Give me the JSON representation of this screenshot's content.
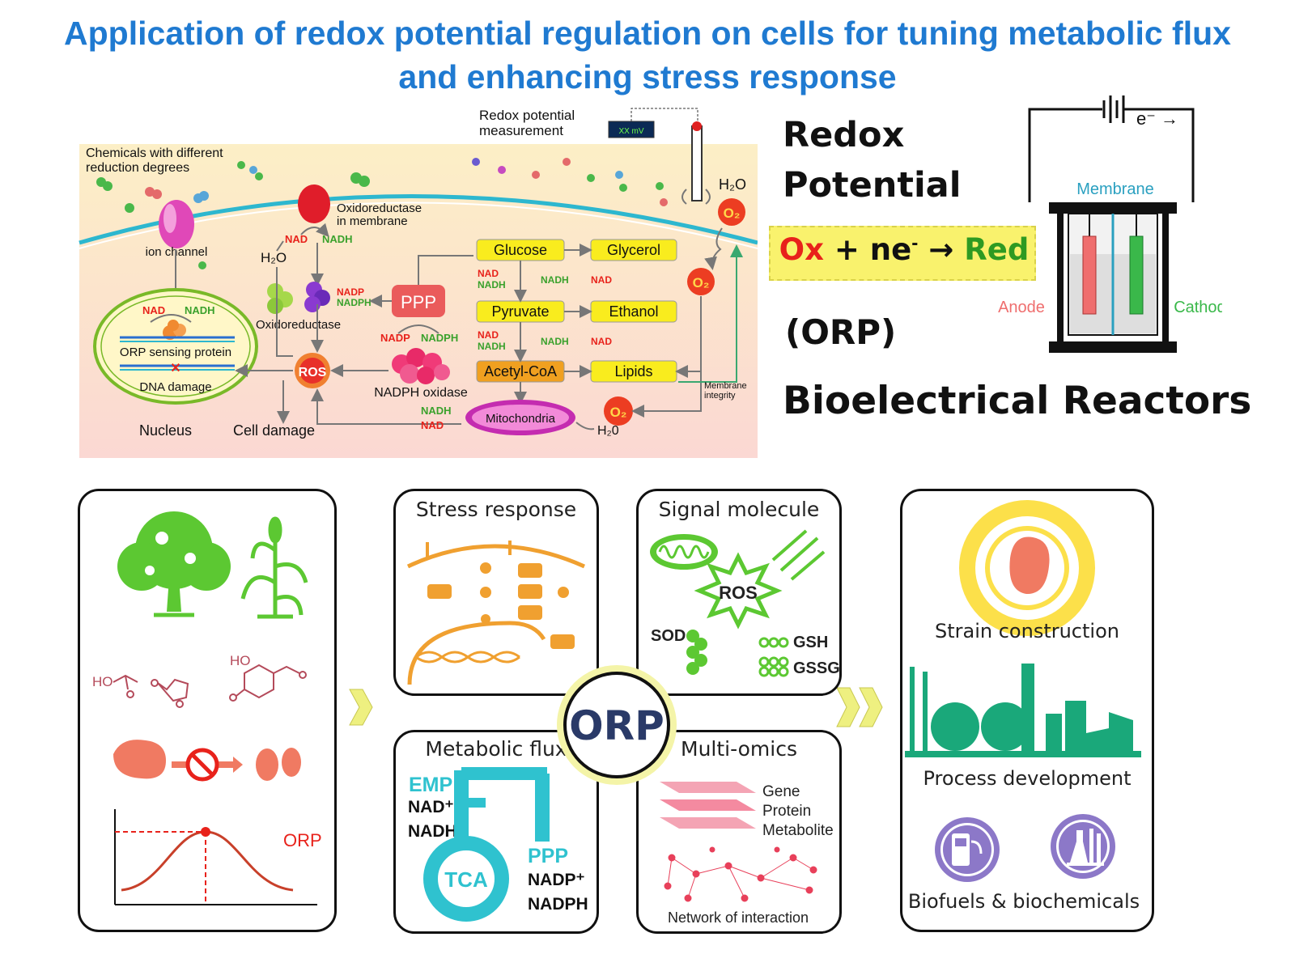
{
  "title": {
    "line1": "Application of redox potential regulation on cells for tuning metabolic flux",
    "line2": "and enhancing stress response"
  },
  "cell": {
    "chemicals": "Chemicals with different reduction degrees",
    "chemicals_l1": "Chemicals with different",
    "chemicals_l2": "reduction degrees",
    "redox_measure_l1": "Redox potential",
    "redox_measure_l2": "measurement",
    "meter": "XX mV",
    "h2o_top": "H₂O",
    "o2": "O₂",
    "ion_channel": "ion channel",
    "oxidoreductase_membrane_l1": "Oxidoreductase",
    "oxidoreductase_membrane_l2": "in membrane",
    "nad": "NAD",
    "nadh": "NADH",
    "nadp": "NADP",
    "nadph": "NADPH",
    "h2o": "H₂O",
    "h2o_mito": "H₂0",
    "oxidoreductase": "Oxidoreductase",
    "ppp": "PPP",
    "glucose": "Glucose",
    "glycerol": "Glycerol",
    "pyruvate": "Pyruvate",
    "ethanol": "Ethanol",
    "acetyl_coa": "Acetyl-CoA",
    "lipids": "Lipids",
    "ros": "ROS",
    "orp_sensing": "ORP sensing protein",
    "dna_damage": "DNA damage",
    "nucleus": "Nucleus",
    "cell_damage": "Cell damage",
    "nadph_oxidase": "NADPH oxidase",
    "mitochondria": "Mitochondria",
    "membrane_integrity_l1": "Membrane",
    "membrane_integrity_l2": "integrity"
  },
  "right": {
    "redox": "Redox",
    "potential": "Potential",
    "eq_ox": "Ox",
    "eq_mid": "+ ne",
    "eq_sup": "-",
    "eq_arrow": "→",
    "eq_red": "Red",
    "orp": "(ORP)",
    "bioreactors": "Bioelectrical Reactors",
    "electron": "e⁻ →",
    "membrane": "Membrane",
    "anode": "Anode",
    "cathode": "Cathode"
  },
  "panels": {
    "stress": "Stress response",
    "signal": "Signal molecule",
    "metabolic": "Metabolic flux",
    "multiomics": "Multi-omics",
    "center": "ORP",
    "curve_label": "ORP",
    "sod": "SOD",
    "ros": "ROS",
    "gsh": "GSH",
    "gssg": "GSSG",
    "emp": "EMP",
    "nad_plus": "NAD⁺",
    "nadh": "NADH",
    "tca": "TCA",
    "ppp": "PPP",
    "nadp_plus": "NADP⁺",
    "nadph": "NADPH",
    "gene": "Gene",
    "protein": "Protein",
    "metabolite": "Metabolite",
    "network": "Network of interaction",
    "strain": "Strain construction",
    "process": "Process development",
    "biofuels": "Biofuels & biochemicals",
    "chem_ho": "HO",
    "chem_ho2": "HO"
  },
  "colors": {
    "title_blue": "#1f7ad1",
    "nad_red": "#e8221b",
    "nadh_green": "#3aa12c",
    "box_yellow": "#f9ec1e",
    "orange": "#f0a020",
    "green": "#5cc832",
    "teal": "#2fc2cf",
    "salmon": "#f07a62"
  }
}
